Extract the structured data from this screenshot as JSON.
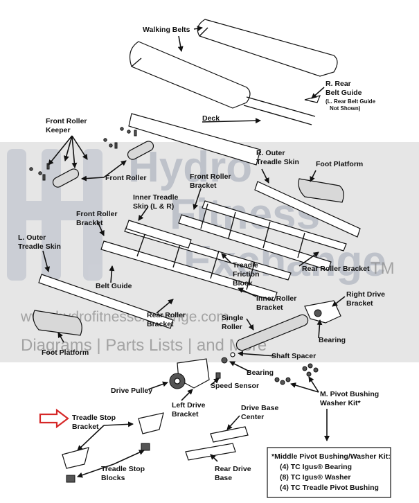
{
  "labels": {
    "walking_belts": "Walking Belts",
    "rear_belt_guide_1": "R. Rear",
    "rear_belt_guide_2": "Belt Guide",
    "rear_belt_guide_note_1": "(L. Rear Belt Guide",
    "rear_belt_guide_note_2": "Not Shown)",
    "deck": "Deck",
    "front_roller_keeper_1": "Front Roller",
    "front_roller_keeper_2": "Keeper",
    "front_roller": "Front Roller",
    "r_outer_treadle_skin_1": "R. Outer",
    "r_outer_treadle_skin_2": "Treadle Skin",
    "foot_platform_right": "Foot Platform",
    "front_roller_bracket_top_1": "Front Roller",
    "front_roller_bracket_top_2": "Bracket",
    "inner_treadle_skin_1": "Inner Treadle",
    "inner_treadle_skin_2": "Skin (L & R)",
    "front_roller_bracket_left_1": "Front Roller",
    "front_roller_bracket_left_2": "Bracket",
    "l_outer_treadle_skin_1": "L. Outer",
    "l_outer_treadle_skin_2": "Treadle Skin",
    "treadle_friction_block_1": "Treadle",
    "treadle_friction_block_2": "Friction",
    "treadle_friction_block_3": "Block",
    "rear_roller_bracket_right": "Rear Roller Bracket",
    "belt_guide": "Belt Guide",
    "inner_roller_bracket_1": "Inner Roller",
    "inner_roller_bracket_2": "Bracket",
    "right_drive_bracket_1": "Right Drive",
    "right_drive_bracket_2": "Bracket",
    "rear_roller_bracket_left_1": "Rear Roller",
    "rear_roller_bracket_left_2": "Bracket",
    "single_roller_1": "Single",
    "single_roller_2": "Roller",
    "bearing_right": "Bearing",
    "foot_platform_left": "Foot Platform",
    "shaft_spacer": "Shaft Spacer",
    "bearing_center": "Bearing",
    "speed_sensor": "Speed Sensor",
    "drive_pulley": "Drive Pulley",
    "left_drive_bracket_1": "Left Drive",
    "left_drive_bracket_2": "Bracket",
    "m_pivot_kit_1": "M. Pivot Bushing",
    "m_pivot_kit_2": "Washer Kit*",
    "treadle_stop_bracket_1": "Treadle Stop",
    "treadle_stop_bracket_2": "Bracket",
    "drive_base_center_1": "Drive Base",
    "drive_base_center_2": "Center",
    "treadle_stop_blocks_1": "Treadle Stop",
    "treadle_stop_blocks_2": "Blocks",
    "rear_drive_base_1": "Rear Drive",
    "rear_drive_base_2": "Base"
  },
  "kit_note": {
    "title": "*Middle Pivot Bushing/Washer Kit:",
    "lines": [
      "(4) TC Igus® Bearing",
      "(8) TC Igus® Washer",
      "(4) TC Treadle Pivot Bushing"
    ]
  },
  "watermark": {
    "word1": "Hydro",
    "word2": "Fitness",
    "word3": "Exchange",
    "tm": "TM",
    "url": "www.hydrofitnessexchange.com",
    "tagline": "Diagrams | Parts Lists | and More"
  },
  "colors": {
    "highlight_arrow": "#d62828",
    "watermark_band": "#e3e3e3"
  }
}
